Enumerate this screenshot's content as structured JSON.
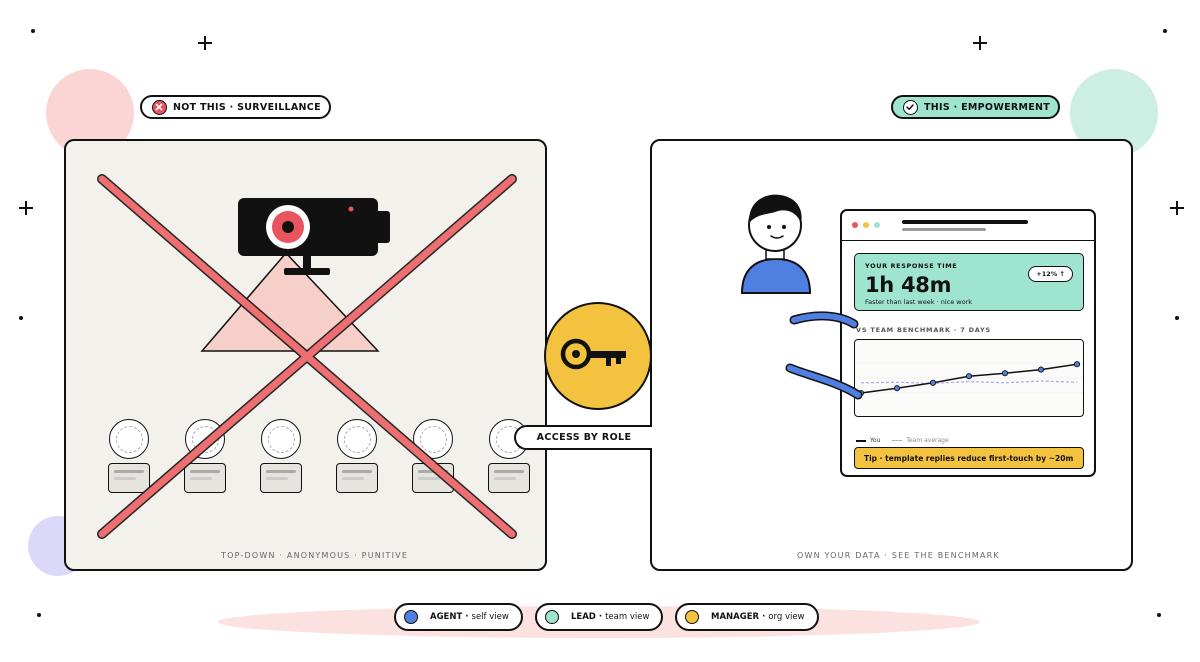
{
  "badges": {
    "left": {
      "text": "NOT THIS · SURVEILLANCE",
      "icon": "x-circle-icon",
      "color": "#e8555f"
    },
    "right": {
      "text": "THIS · EMPOWERMENT",
      "icon": "check-circle-icon",
      "color": "#9fe4cf"
    }
  },
  "left_panel": {
    "caption": "TOP-DOWN · ANONYMOUS · PUNITIVE",
    "background": "#f3f1ec",
    "cross_color": "#e8555f",
    "people_count": 6
  },
  "access": {
    "text": "ACCESS BY ROLE",
    "key_color": "#f3c23f"
  },
  "right_panel": {
    "caption": "OWN YOUR DATA · SEE THE BENCHMARK",
    "card": {
      "label": "YOUR RESPONSE TIME",
      "value": "1h 48m",
      "subtext": "Faster than last week · nice work",
      "delta": "+12% ↑"
    },
    "benchmark_label": "VS TEAM BENCHMARK · 7 DAYS",
    "legend_you": "You",
    "legend_team": "Team average",
    "tip": "Tip · template replies reduce first-touch by ~20m"
  },
  "chart_data": {
    "type": "line",
    "x": [
      1,
      2,
      3,
      4,
      5,
      6,
      7
    ],
    "series": [
      {
        "name": "You",
        "values": [
          0.25,
          0.33,
          0.42,
          0.53,
          0.58,
          0.64,
          0.73
        ],
        "color": "#111111"
      },
      {
        "name": "Team average",
        "values": [
          0.42,
          0.43,
          0.41,
          0.44,
          0.42,
          0.45,
          0.43
        ],
        "color": "#aaaaee"
      }
    ],
    "ylim": [
      0,
      1
    ]
  },
  "roles": [
    {
      "role": "AGENT",
      "view": "self view",
      "color": "#4f7fe0"
    },
    {
      "role": "LEAD",
      "view": "team view",
      "color": "#9fe4cf"
    },
    {
      "role": "MANAGER",
      "view": "org view",
      "color": "#f3c23f"
    }
  ]
}
